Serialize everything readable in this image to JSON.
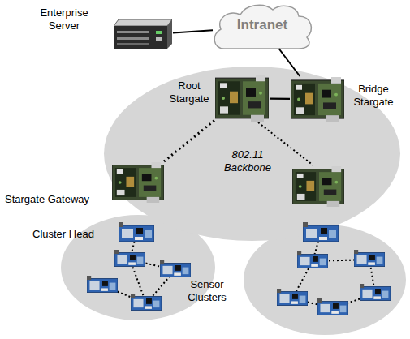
{
  "diagram": {
    "nodes": [
      {
        "text": [
          "Enterprise Server"
        ]
      },
      {
        "text": [
          "Intranet"
        ]
      },
      {
        "text": [
          "802.11 Backbone"
        ]
      },
      {
        "text": [
          "Root Stargate"
        ],
        "in": 2
      },
      {
        "text": [
          "Bridge Stargate"
        ],
        "in": 2
      },
      {
        "text": [
          "Stargate Gateway"
        ]
      },
      {
        "text": [
          "Cluster Head"
        ]
      }
    ],
    "edges": [
      {
        "from": 0,
        "to": 1,
        "arrow": "none"
      },
      {
        "from": 1,
        "to": 4,
        "arrow": "none"
      },
      {
        "from": 3,
        "to": 4,
        "arrow": "none"
      },
      {
        "from": 3,
        "to": 5,
        "arrow": "none"
      }
    ],
    "labels": [
      "Sensor Clusters"
    ]
  }
}
